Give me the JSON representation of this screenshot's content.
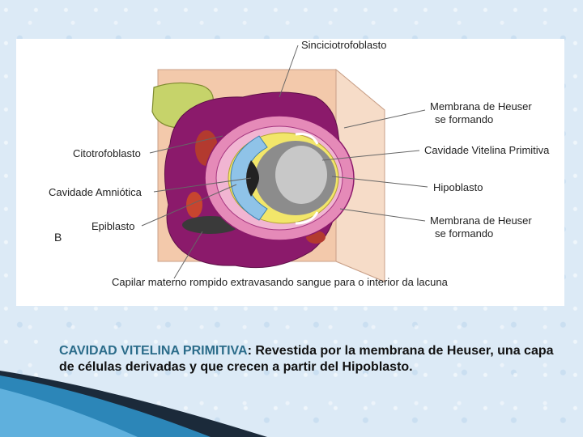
{
  "labels": {
    "sinciciotrofoblasto": "Sinciciotrofoblasto",
    "membrana_top_1": "Membrana de Heuser",
    "membrana_top_2": "se formando",
    "citotrofoblasto": "Citotrofoblasto",
    "cavidade_vitelina": "Cavidade Vitelina Primitiva",
    "cavidade_amniotica": "Cavidade Amniótica",
    "hipoblasto": "Hipoblasto",
    "epiblasto": "Epiblasto",
    "membrana_bottom_1": "Membrana de Heuser",
    "membrana_bottom_2": "se formando",
    "panel_letter": "B",
    "capilar": "Capilar materno rompido extravasando sangue para o interior da lacuna"
  },
  "caption": {
    "highlight": "CAVIDAD VITELINA PRIMITIVA",
    "text": ": Revestida por la membrana de Heuser, una capa de células derivadas y que crecen a partir del Hipoblasto."
  },
  "colors": {
    "accent": "#2b6c8a",
    "syncytium": "#8b1a6b",
    "cytotrophoblast": "#e58ab8",
    "epiblast": "#8fc3e8",
    "hypoblast": "#f2e66a",
    "endometrium": "#f2c4a4"
  }
}
